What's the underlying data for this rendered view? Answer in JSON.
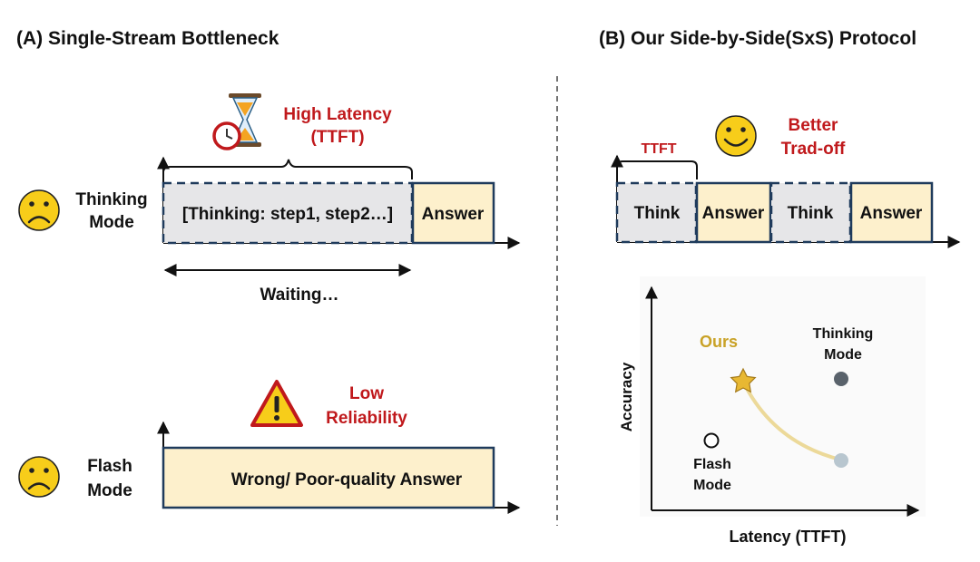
{
  "panel_a": {
    "title": "(A) Single-Stream Bottleneck",
    "latency_label_line1": "High Latency",
    "latency_label_line2": "(TTFT)",
    "thinking_mode_line1": "Thinking",
    "thinking_mode_line2": "Mode",
    "thinking_block": "[Thinking: step1, step2…]",
    "answer_block": "Answer",
    "waiting_label": "Waiting…",
    "reliability_line1": "Low",
    "reliability_line2": "Reliability",
    "flash_mode_line1": "Flash",
    "flash_mode_line2": "Mode",
    "flash_block": "Wrong/ Poor-quality Answer"
  },
  "panel_b": {
    "title": "(B) Our Side-by-Side(SxS) Protocol",
    "ttft_label": "TTFT",
    "tradeoff_line1": "Better",
    "tradeoff_line2": "Trad-off",
    "blocks": [
      "Think",
      "Answer",
      "Think",
      "Answer"
    ],
    "plot": {
      "ylabel": "Accuracy",
      "xlabel": "Latency (TTFT)",
      "ours_label": "Ours",
      "thinking_line1": "Thinking",
      "thinking_line2": "Mode",
      "flash_line1": "Flash",
      "flash_line2": "Mode"
    }
  },
  "colors": {
    "red": "#c0191c",
    "gold": "#c9a227",
    "thinking_fill": "#e6e6e8",
    "answer_fill": "#fdf0cc",
    "border": "#1f3b5c",
    "face": "#f7cd1a",
    "thinking_point": "#59626b",
    "light_point": "#b8c6cf"
  }
}
